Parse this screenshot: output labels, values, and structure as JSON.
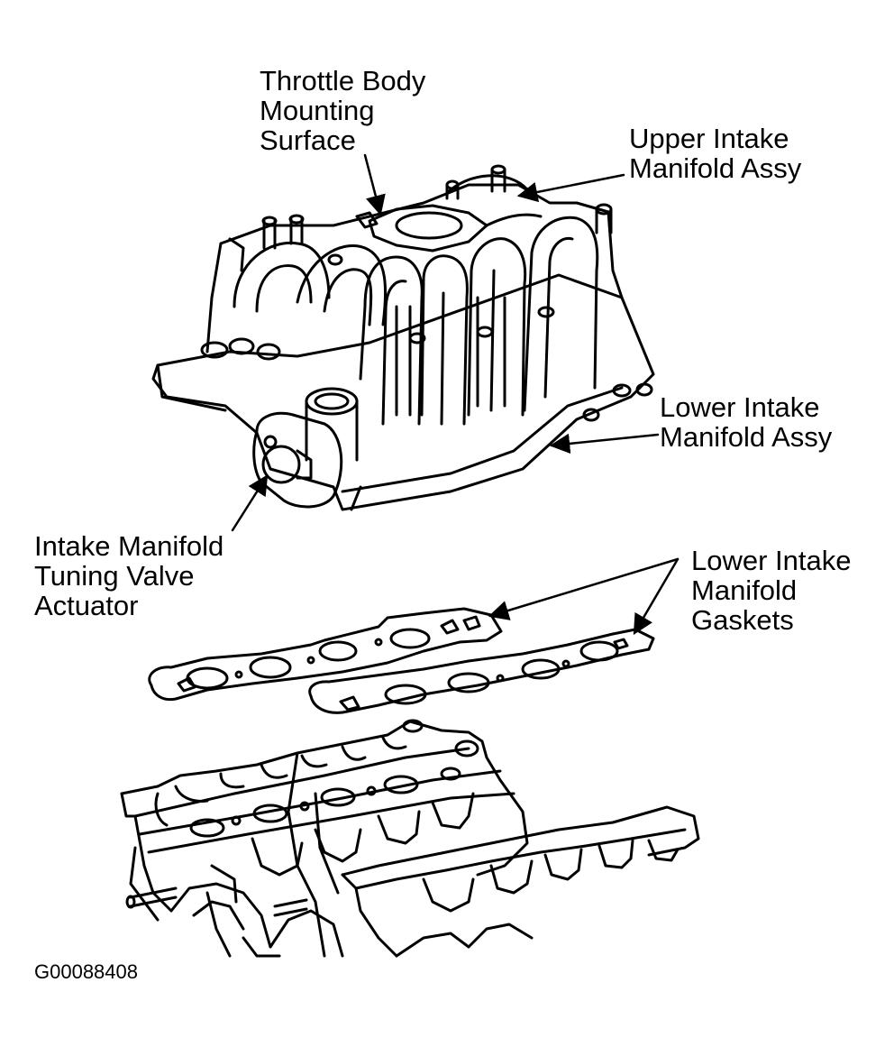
{
  "labels": {
    "throttle_body": [
      "Throttle Body",
      "Mounting",
      "Surface"
    ],
    "upper_manifold": [
      "Upper Intake",
      "Manifold Assy"
    ],
    "lower_manifold": [
      "Lower Intake",
      "Manifold Assy"
    ],
    "tuning_valve": [
      "Intake Manifold",
      "Tuning Valve",
      "Actuator"
    ],
    "gaskets": [
      "Lower Intake",
      "Manifold",
      "Gaskets"
    ]
  },
  "figure_id": "G00088408"
}
